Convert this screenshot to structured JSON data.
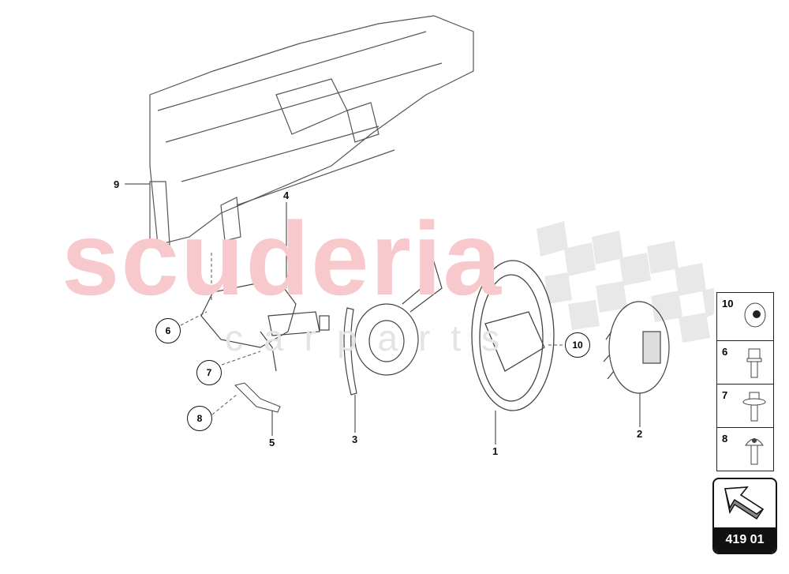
{
  "watermark": {
    "brand": "scuderia",
    "sub": "carparts",
    "brand_color": "#f7c9cc"
  },
  "callouts": {
    "n1": "1",
    "n2": "2",
    "n3": "3",
    "n4": "4",
    "n5": "5",
    "n9": "9",
    "c6": "6",
    "c7": "7",
    "c8": "8",
    "c10": "10"
  },
  "legend": [
    {
      "label": "10",
      "icon": "clip-nut-icon"
    },
    {
      "label": "6",
      "icon": "hex-bolt-icon"
    },
    {
      "label": "7",
      "icon": "flange-bolt-icon"
    },
    {
      "label": "8",
      "icon": "torx-screw-icon"
    }
  ],
  "nav": {
    "code": "419 01",
    "icon": "arrow-up-left-icon"
  }
}
